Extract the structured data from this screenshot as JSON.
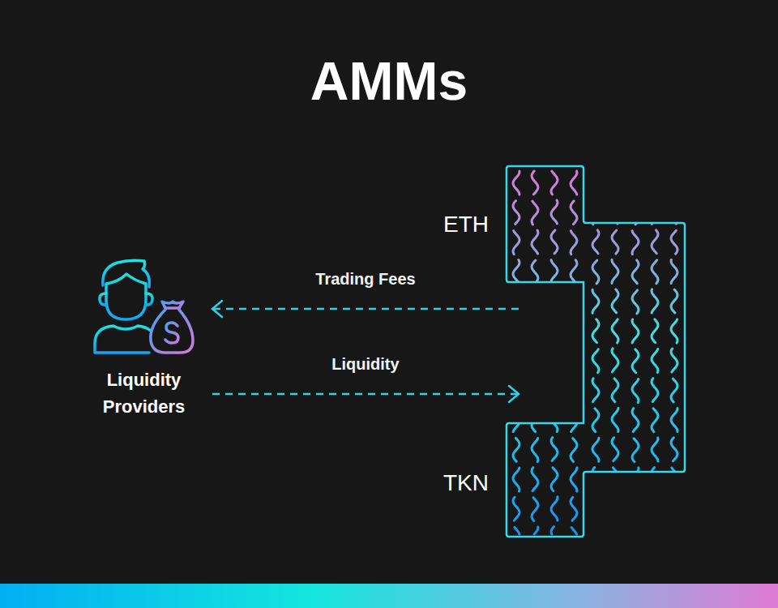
{
  "diagram": {
    "title": "AMMs",
    "nodes": [
      {
        "text": [
          "Liquidity Providers"
        ]
      },
      {
        "text": [
          "ETH",
          "TKN"
        ]
      }
    ],
    "edges": [
      {
        "from": 1,
        "to": 0,
        "label": "Trading Fees",
        "arrow": "to"
      },
      {
        "from": 0,
        "to": 1,
        "label": "Liquidity",
        "arrow": "to"
      }
    ]
  }
}
